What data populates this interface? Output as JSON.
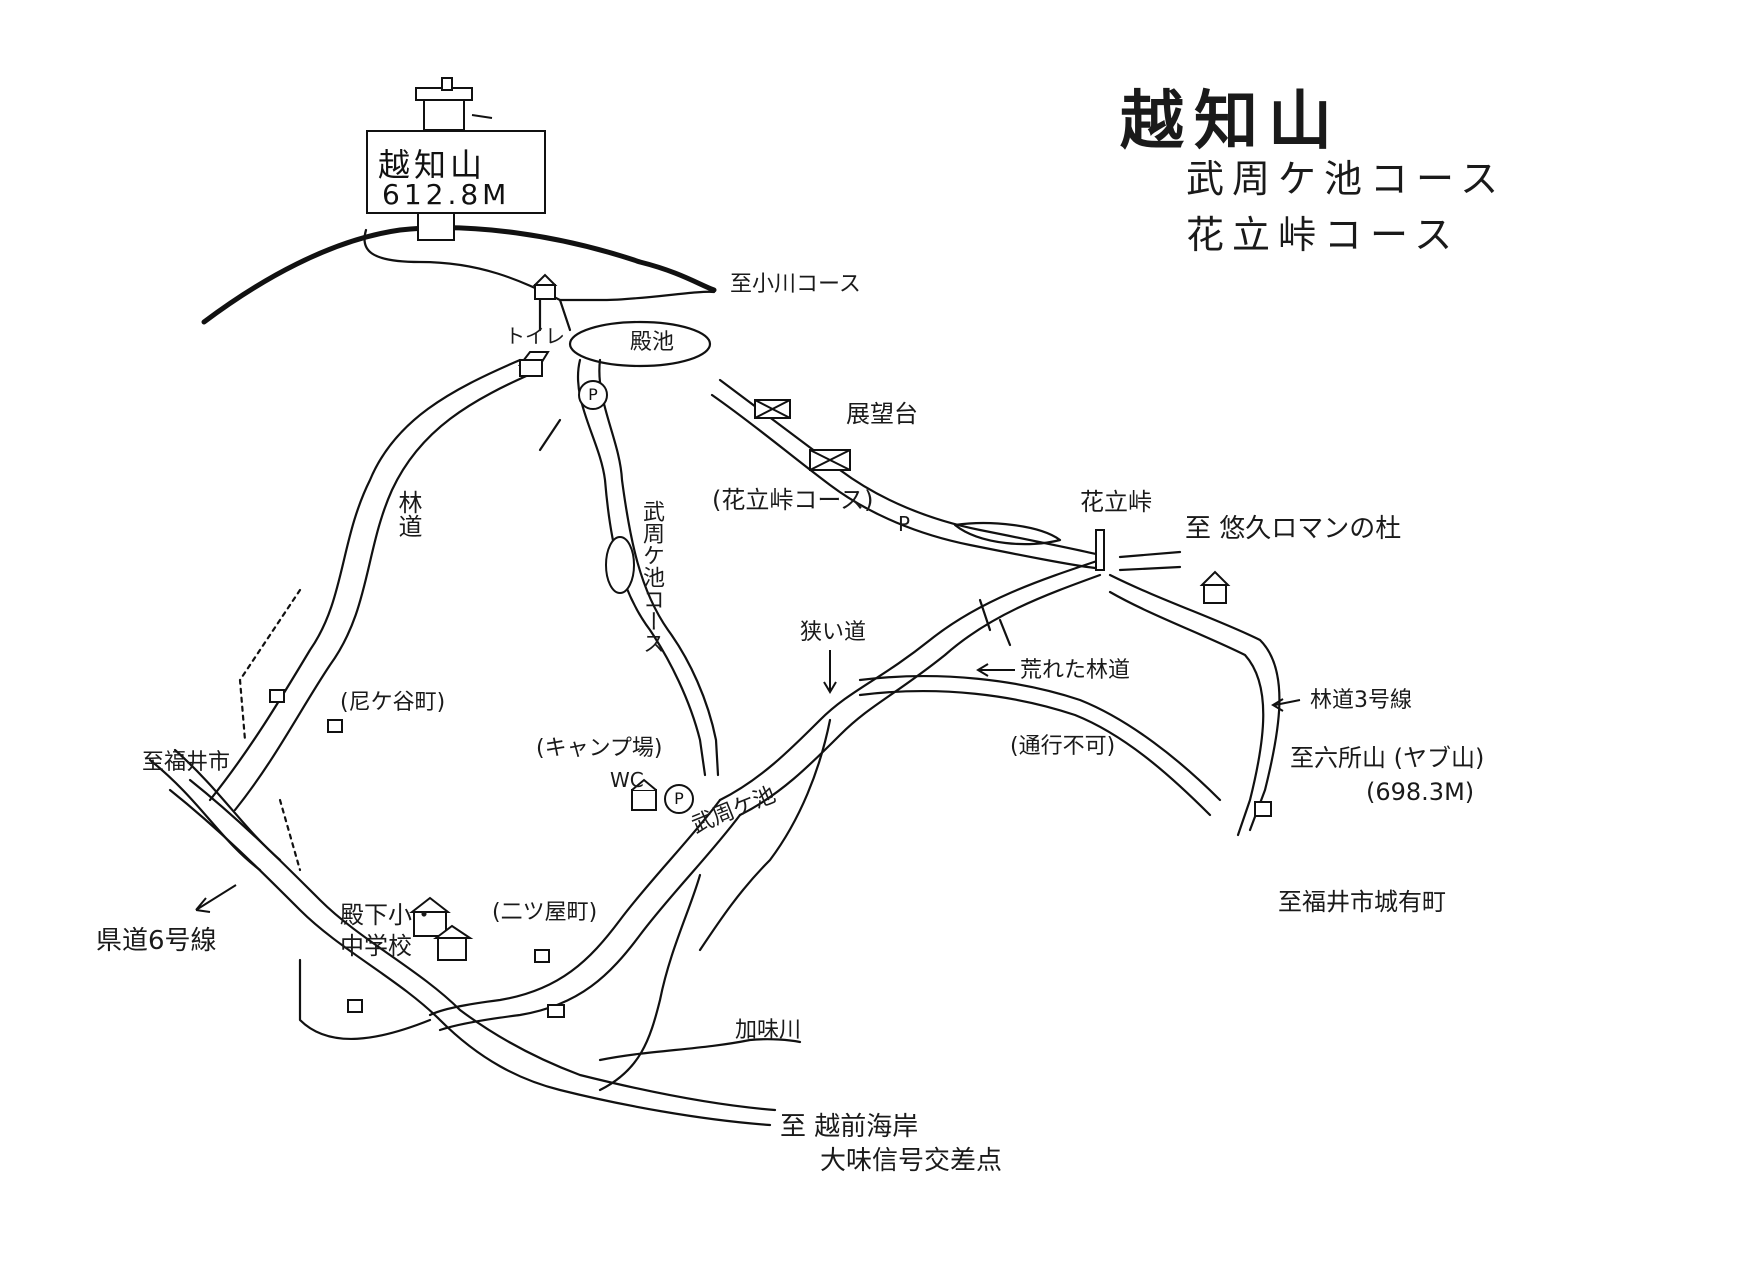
{
  "title": "越知山",
  "courses": [
    "武周ケ池コース",
    "花立峠コース"
  ],
  "summit": {
    "name": "越知山",
    "elevation": "612.8M"
  },
  "labels": {
    "to_ogawa": "至小川コース",
    "tonoike": "殿池",
    "toilet": "トイレ",
    "observatory": "展望台",
    "hanatate_course": "(花立峠コース)",
    "hanatate_pass": "花立峠",
    "yuukyu": "至 悠久ロマンの杜",
    "rindo": "林道",
    "takefugaike_course": "武周ケ池コース",
    "shortcut": "狭い道",
    "rough_road": "荒れた林道",
    "rindo3": "林道3号線",
    "rokusho": "至六所山 (ヤブ山)",
    "rokusho_elev": "(698.3M)",
    "impassable": "(通行不可)",
    "to_fukui_joari": "至福井市城有町",
    "niga": "(尼ケ谷町)",
    "to_fukui": "至福井市",
    "camp": "(キャンプ場)",
    "wc": "WC",
    "takefugaike": "武周ケ池",
    "prefroad": "県道6号線",
    "school": "殿下小・中学校",
    "futatsuya": "(二ツ屋町)",
    "kami_river": "加味川",
    "to_coast": "至 越前海岸",
    "ajimi": "大味信号交差点"
  },
  "parking_symbol": "P",
  "icons": [
    "summit-tower-icon",
    "parking-icon",
    "shelter-icon",
    "gate-icon",
    "toilet-icon"
  ]
}
